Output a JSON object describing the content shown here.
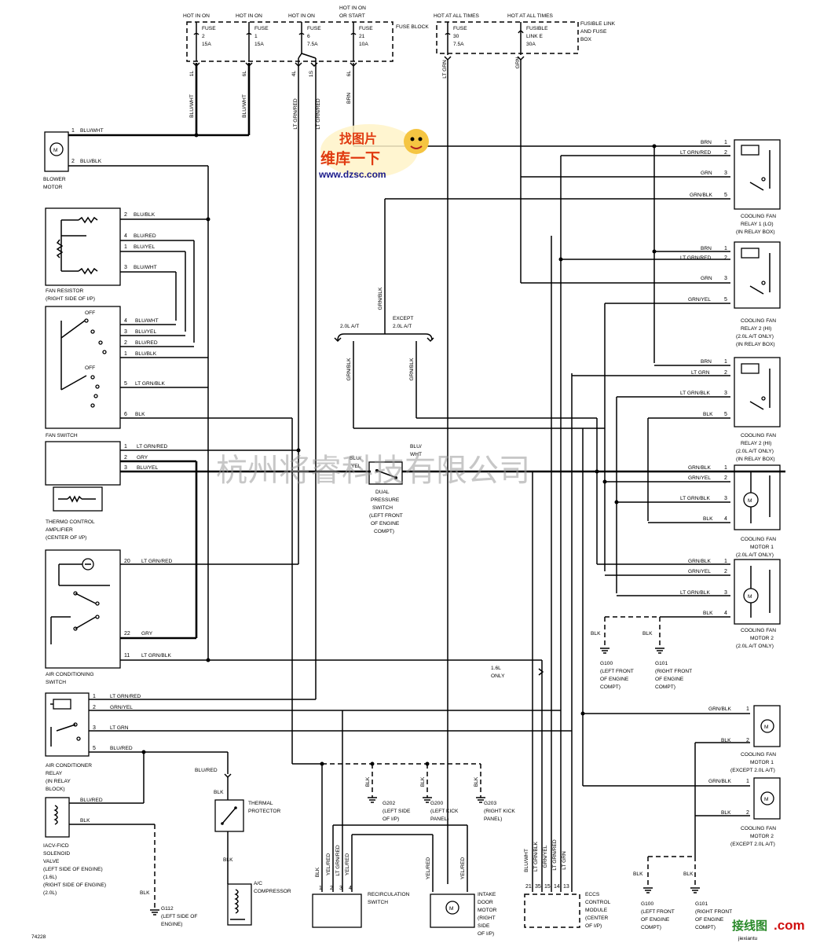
{
  "doc_id": "74228",
  "fuse_block": {
    "title": "FUSE BLOCK",
    "headers": [
      "HOT IN ON",
      "HOT IN ON",
      "HOT IN ON",
      "HOT IN ON OR START"
    ],
    "fuses": [
      {
        "name": "FUSE",
        "num": "2",
        "amp": "15A",
        "out": "1L"
      },
      {
        "name": "FUSE",
        "num": "1",
        "amp": "15A",
        "out": "6L"
      },
      {
        "name": "FUSE",
        "num": "6",
        "amp": "7.5A",
        "out": "4L"
      },
      {
        "name": "FUSE",
        "num": "21",
        "amp": "10A",
        "out": "6L"
      }
    ],
    "fuse6_out2": "1S"
  },
  "fusible_box": {
    "title": "FUSIBLE LINK AND FUSE BOX",
    "headers": [
      "HOT AT ALL TIMES",
      "HOT AT ALL TIMES"
    ],
    "items": [
      {
        "name": "FUSE",
        "num": "30",
        "amp": "7.5A"
      },
      {
        "name": "FUSIBLE",
        "num": "LINK E",
        "amp": "30A"
      }
    ]
  },
  "wire_labels": {
    "blu_wht": "BLU/WHT",
    "blu_blk": "BLU/BLK",
    "blu_red": "BLU/RED",
    "blu_yel": "BLU/YEL",
    "lt_grn_red": "LT GRN/RED",
    "lt_grn_blk": "LT GRN/BLK",
    "lt_grn": "LT GRN",
    "brn": "BRN",
    "grn": "GRN",
    "grn_blk": "GRN/BLK",
    "grn_yel": "GRN/YEL",
    "gry": "GRY",
    "blk": "BLK",
    "yel_red": "YEL/RED",
    "blu": "BLU/",
    "wht": "WHT",
    "yel": "YEL"
  },
  "components": {
    "blower_motor": "BLOWER MOTOR",
    "fan_resistor": "FAN RESISTOR (RIGHT SIDE OF I/P)",
    "fan_switch": "FAN SWITCH",
    "fan_switch_off": "OFF",
    "thermo": [
      "THERMO CONTROL",
      "AMPLIFIER",
      "(CENTER OF I/P)"
    ],
    "ac_switch": [
      "AIR CONDITIONING",
      "SWITCH"
    ],
    "ac_relay": [
      "AIR CONDITIONER",
      "RELAY",
      "(IN RELAY",
      "BLOCK)"
    ],
    "iacv": [
      "IACV-FICD",
      "SOLENOID",
      "VALVE",
      "(LEFT SIDE OF ENGINE)",
      "(1.6L)",
      "(RIGHT SIDE OF ENGINE)",
      "(2.0L)"
    ],
    "thermal_protector": "THERMAL PROTECTOR",
    "ac_compressor": "A/C COMPRESSOR",
    "recirc": [
      "RECIRCULATION",
      "SWITCH"
    ],
    "intake_door": [
      "INTAKE",
      "DOOR",
      "MOTOR",
      "(RIGHT",
      "SIDE",
      "OF I/P)"
    ],
    "eccs": [
      "ECCS",
      "CONTROL",
      "MODULE",
      "(CENTER",
      "OF I/P)"
    ],
    "dual_pressure": [
      "DUAL",
      "PRESSURE",
      "SWITCH",
      "(LEFT FRONT",
      "OF ENGINE",
      "COMPT)"
    ],
    "relay1": [
      "COOLING FAN",
      "RELAY 1 (LO)",
      "(IN RELAY BOX)"
    ],
    "relay2a": [
      "COOLING FAN",
      "RELAY 2 (HI)",
      "(2.0L A/T ONLY)",
      "(IN RELAY BOX)"
    ],
    "relay2b": [
      "COOLING FAN",
      "RELAY 2 (HI)",
      "(2.0L A/T ONLY)",
      "(IN RELAY BOX)"
    ],
    "motor1a": [
      "COOLING FAN",
      "MOTOR 1",
      "(2.0L A/T ONLY)"
    ],
    "motor2a": [
      "COOLING FAN",
      "MOTOR 2",
      "(2.0L A/T ONLY)"
    ],
    "motor1b": [
      "COOLING FAN",
      "MOTOR 1",
      "(EXCEPT 2.0L A/T)"
    ],
    "motor2b": [
      "COOLING FAN",
      "MOTOR 2",
      "(EXCEPT 2.0L A/T)"
    ],
    "except_split": {
      "left": "2.0L A/T",
      "right_1": "EXCEPT",
      "right_2": "2.0L A/T"
    },
    "only16": [
      "1.6L",
      "ONLY"
    ]
  },
  "grounds": {
    "g112": [
      "G112",
      "(LEFT SIDE OF",
      "ENGINE)"
    ],
    "g202": [
      "G202",
      "(LEFT SIDE",
      "OF I/P)"
    ],
    "g200": [
      "G200",
      "(LEFT KICK",
      "PANEL)"
    ],
    "g203": [
      "G203",
      "(RIGHT KICK",
      "PANEL)"
    ],
    "g100a": [
      "G100",
      "(LEFT FRONT",
      "OF ENGINE",
      "COMPT)"
    ],
    "g101a": [
      "G101",
      "(RIGHT FRONT",
      "OF ENGINE",
      "COMPT)"
    ],
    "g100b": [
      "G100",
      "(LEFT FRONT",
      "OF ENGINE",
      "COMPT)"
    ],
    "g101b": [
      "G101",
      "(RIGHT FRONT",
      "OF ENGINE",
      "COMPT)"
    ]
  },
  "watermark": "杭州将睿科技有限公司",
  "logo": {
    "line1": "找图片",
    "line2": "维库一下",
    "url": "www.dzsc.com"
  },
  "corner": {
    "cn": "接线图",
    "com": ".com",
    "url": "jiexiantu"
  }
}
